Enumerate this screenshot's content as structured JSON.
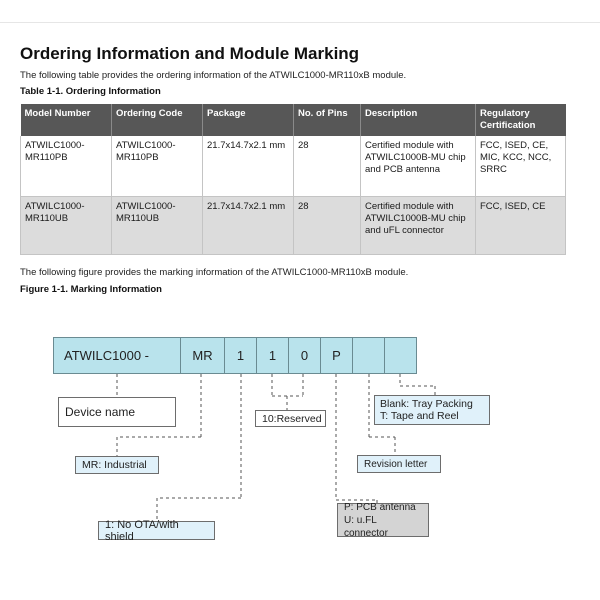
{
  "heading": "Ordering Information and Module Marking",
  "intro": "The following table provides the ordering information of the ATWILC1000-MR110xB module.",
  "table_caption": "Table 1-1.  Ordering Information",
  "table": {
    "headers": [
      "Model Number",
      "Ordering Code",
      "Package",
      "No. of Pins",
      "Description",
      "Regulatory Certification"
    ],
    "rows": [
      {
        "model": "ATWILC1000-MR110PB",
        "code": "ATWILC1000-MR110PB",
        "package": "21.7x14.7x2.1 mm",
        "pins": "28",
        "description": "Certified module with ATWILC1000B-MU chip and PCB antenna",
        "cert": "FCC, ISED, CE, MIC, KCC, NCC, SRRC"
      },
      {
        "model": "ATWILC1000-MR110UB",
        "code": "ATWILC1000-MR110UB",
        "package": "21.7x14.7x2.1 mm",
        "pins": "28",
        "description": "Certified module with ATWILC1000B-MU chip and uFL connector",
        "cert": "FCC, ISED, CE"
      }
    ]
  },
  "figure_intro": "The following figure provides the marking information of the ATWILC1000-MR110xB module.",
  "figure_caption": "Figure 1-1.  Marking Information",
  "marking": {
    "cells": [
      "ATWILC1000 -",
      "MR",
      "1",
      "1",
      "0",
      "P",
      "",
      ""
    ],
    "labels": {
      "device": "Device name",
      "reserved": "10:Reserved",
      "industrial": "MR: Industrial",
      "ota": "1: No OTA/with shield",
      "packing_blank": "Blank: Tray Packing",
      "packing_t": "T: Tape and Reel",
      "revision": "Revision letter",
      "antenna_p": "P: PCB antenna",
      "antenna_u": "U: u.FL connector"
    },
    "colors": {
      "cell_fill": "#b9e3ec",
      "label_blue_fill": "#e0f1fa",
      "label_gray_fill": "#d4d4d4",
      "connector": "#555555"
    }
  }
}
